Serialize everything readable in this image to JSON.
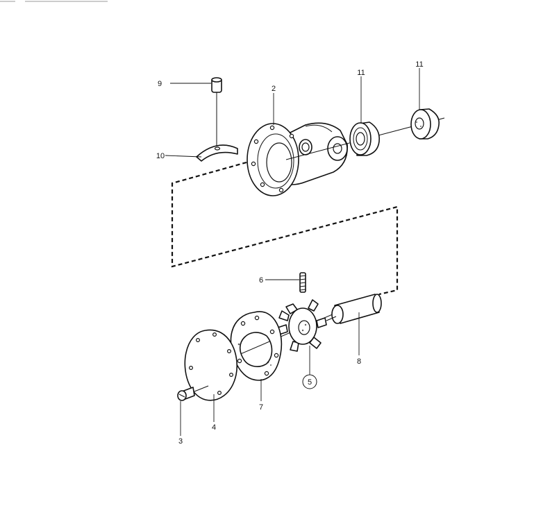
{
  "diagram": {
    "callouts": [
      {
        "id": "2",
        "label": "2"
      },
      {
        "id": "3",
        "label": "3"
      },
      {
        "id": "4",
        "label": "4"
      },
      {
        "id": "5",
        "label": "5"
      },
      {
        "id": "6",
        "label": "6"
      },
      {
        "id": "7",
        "label": "7"
      },
      {
        "id": "8",
        "label": "8"
      },
      {
        "id": "9",
        "label": "9"
      },
      {
        "id": "10",
        "label": "10"
      },
      {
        "id": "11a",
        "label": "11"
      },
      {
        "id": "11b",
        "label": "11"
      }
    ]
  }
}
